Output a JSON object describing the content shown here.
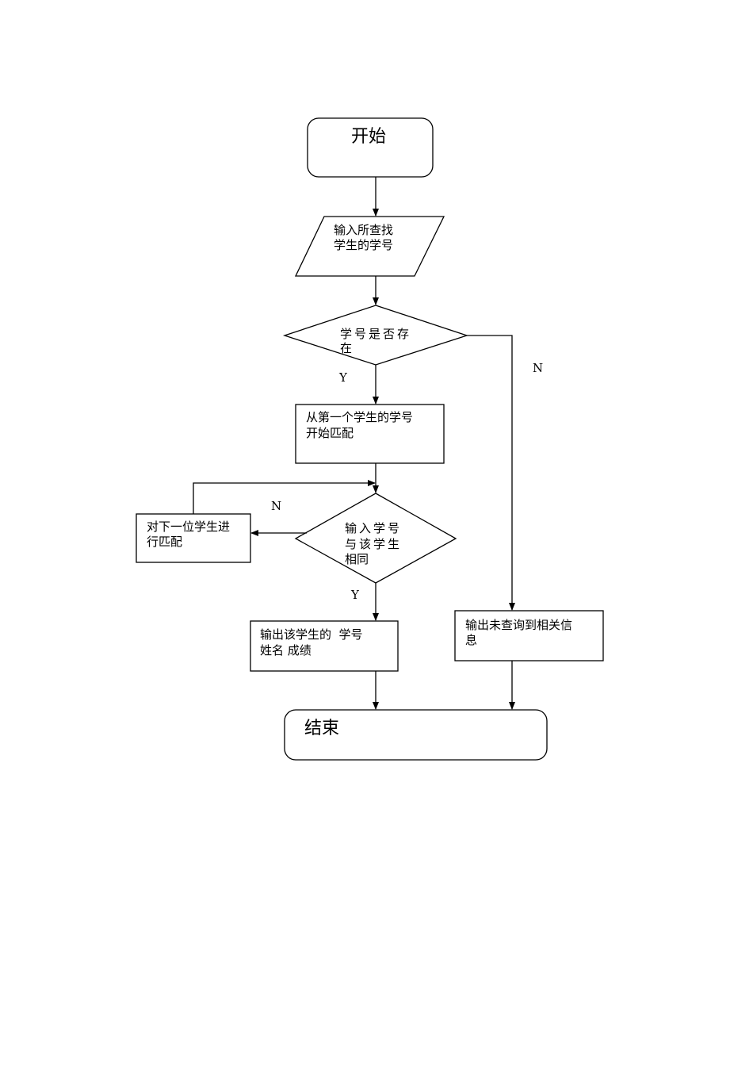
{
  "flowchart": {
    "start": "开始",
    "input": [
      "输入所查找",
      "学生的学号"
    ],
    "check_exists": [
      "学号是否存",
      "在"
    ],
    "start_match": [
      "从第一个学生的学号",
      "开始匹配"
    ],
    "compare": [
      "输入学号",
      "与该学生",
      "相同"
    ],
    "next_student": [
      "对下一位学生进",
      "行匹配"
    ],
    "output_found": [
      "输出该学生的  学号",
      "姓名 成绩"
    ],
    "output_not_found": [
      "输出未查询到相关信",
      "息"
    ],
    "end": "结束",
    "labels": {
      "yes1": "Y",
      "no1": "N",
      "no2": "N",
      "yes2": "Y"
    }
  }
}
